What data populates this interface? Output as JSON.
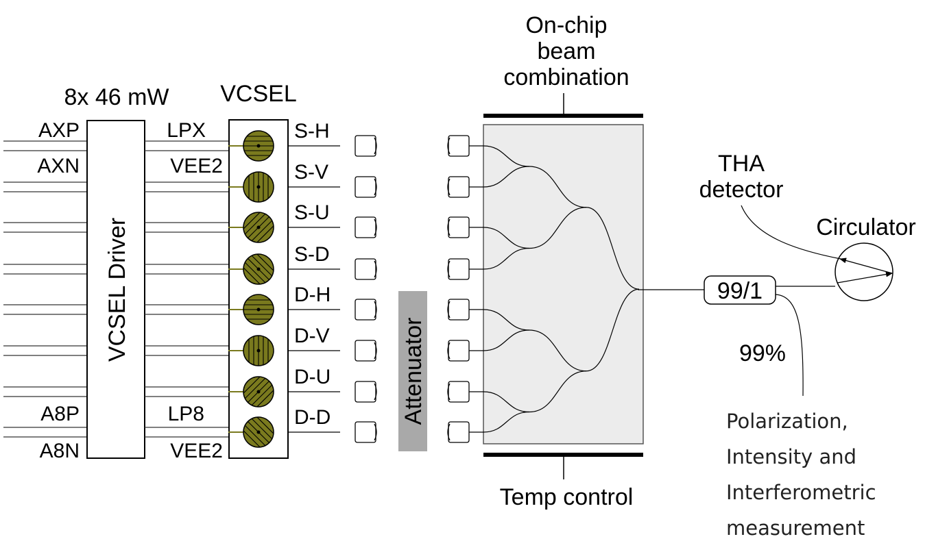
{
  "header": {
    "driver_power": "8x 46 mW",
    "vcsel_title": "VCSEL",
    "combiner_title_lines": [
      "On-chip",
      "beam",
      "combination"
    ]
  },
  "driver": {
    "label": "VCSEL Driver",
    "left_pins_top": [
      "AXP",
      "AXN"
    ],
    "left_pins_bottom": [
      "A8P",
      "A8N"
    ],
    "right_pins_top": [
      "LPX",
      "VEE2"
    ],
    "right_pins_bottom": [
      "LP8",
      "VEE2"
    ]
  },
  "vcsel": {
    "color": "#7a7a1e",
    "channels": [
      {
        "label": "S-H",
        "pattern": "horizontal"
      },
      {
        "label": "S-V",
        "pattern": "vertical"
      },
      {
        "label": "S-U",
        "pattern": "diagonal-up"
      },
      {
        "label": "S-D",
        "pattern": "diagonal-down"
      },
      {
        "label": "D-H",
        "pattern": "horizontal"
      },
      {
        "label": "D-V",
        "pattern": "vertical"
      },
      {
        "label": "D-U",
        "pattern": "diagonal-up"
      },
      {
        "label": "D-D",
        "pattern": "diagonal-down"
      }
    ]
  },
  "attenuator": {
    "label": "Attenuator",
    "color": "#a9a9a9"
  },
  "combiner": {
    "chip_color": "#ececec",
    "footer": "Temp control"
  },
  "output": {
    "splitter": "99/1",
    "detector_lines": [
      "THA",
      "detector"
    ],
    "circulator": "Circulator",
    "tap_label": "99%",
    "measurement_lines": [
      "Polarization,",
      "Intensity and",
      "Interferometric",
      "measurement"
    ]
  }
}
